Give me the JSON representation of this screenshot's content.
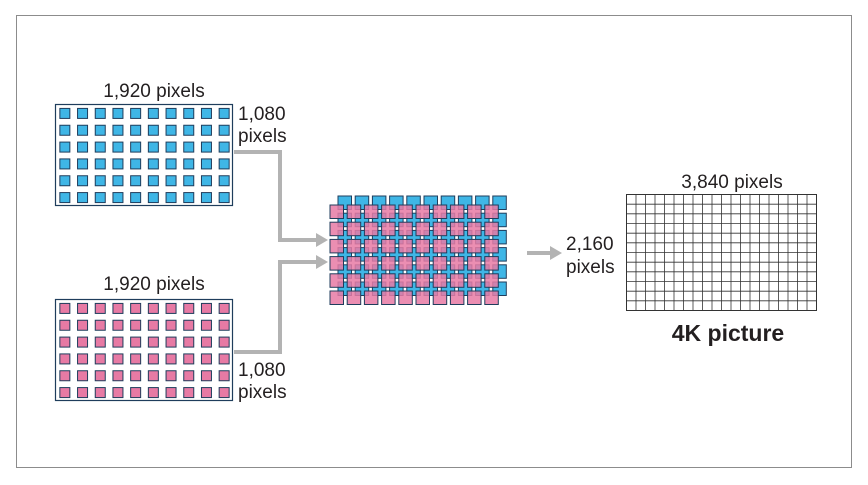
{
  "colors": {
    "blue": "#3fb6e6",
    "pink": "#e77aa4",
    "outline": "#1f3d5c",
    "arrow": "#b3b3b3",
    "frame": "#8c8c8c"
  },
  "top_input": {
    "width_label": "1,920 pixels",
    "height_label_1": "1,080",
    "height_label_2": "pixels",
    "cols": 10,
    "rows": 6
  },
  "bottom_input": {
    "width_label": "1,920 pixels",
    "height_label_1": "1,080",
    "height_label_2": "pixels",
    "cols": 10,
    "rows": 6
  },
  "combined": {
    "height_label_1": "2,160",
    "height_label_2": "pixels"
  },
  "output": {
    "width_label": "3,840 pixels",
    "title": "4K picture",
    "cols": 20,
    "rows": 12
  }
}
